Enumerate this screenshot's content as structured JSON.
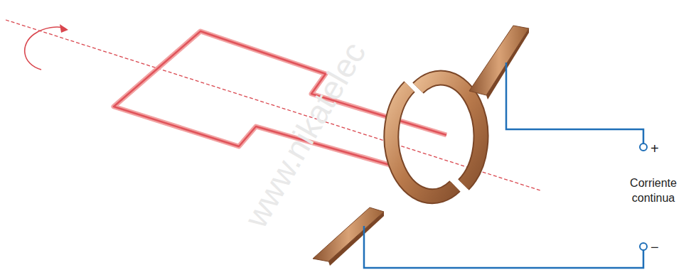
{
  "diagram": {
    "labels": [
      "www.nikatelec",
      "+",
      "Corriente continua",
      "−"
    ]
  }
}
